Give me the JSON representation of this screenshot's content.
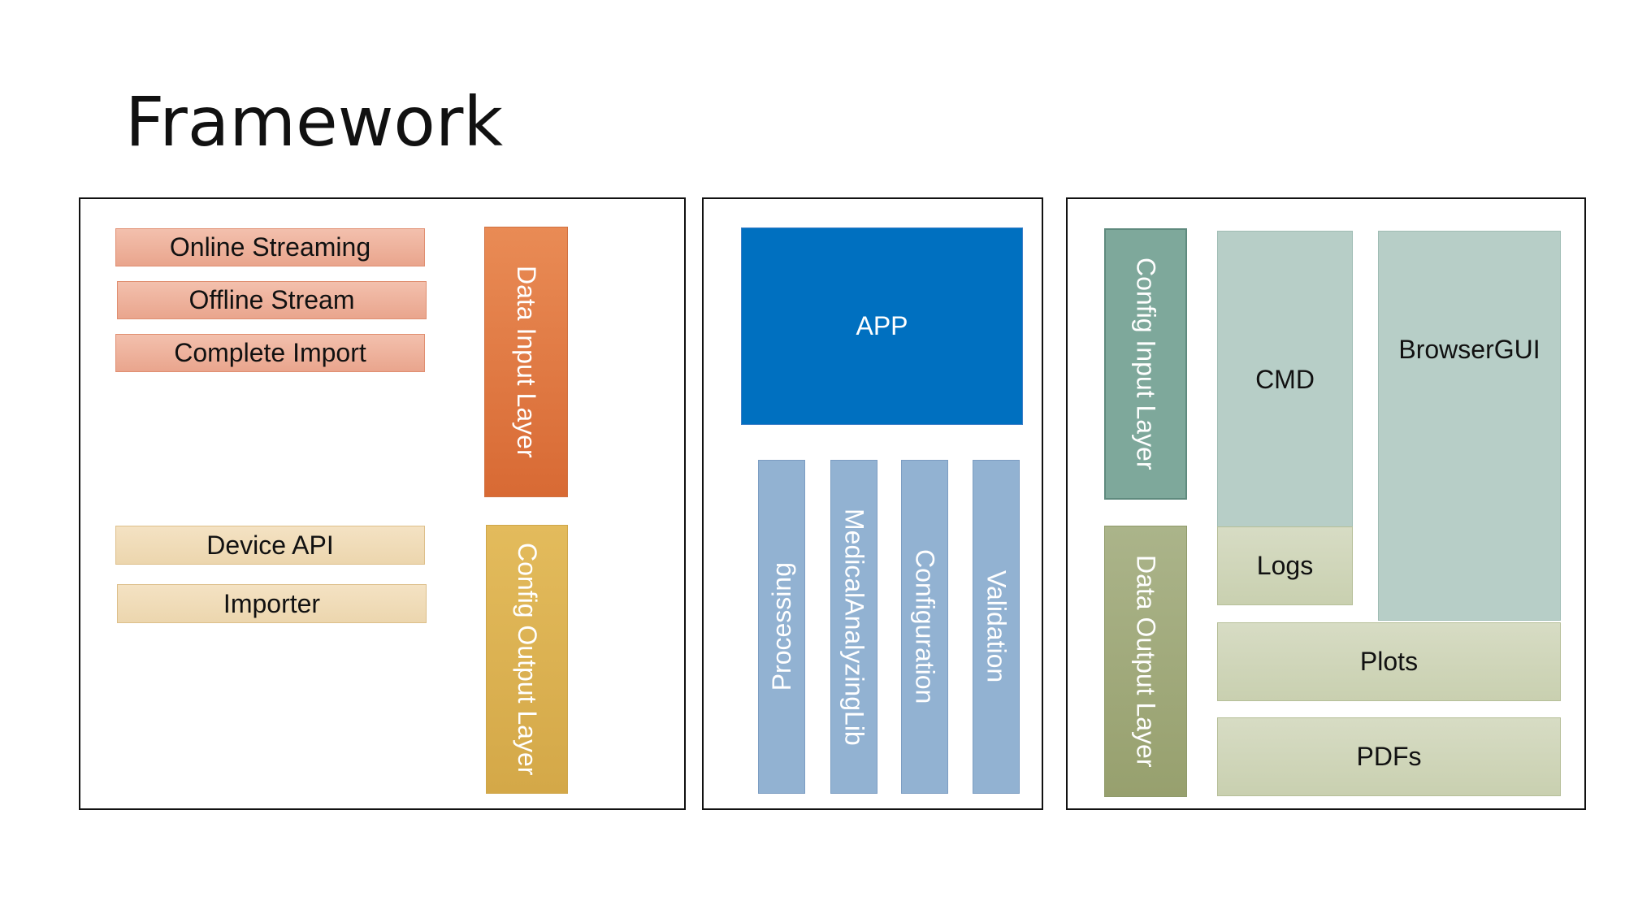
{
  "title": "Framework",
  "panels": {
    "input": {
      "sources": [
        "Online Streaming",
        "Offline Stream",
        "Complete Import"
      ],
      "importers": [
        "Device API",
        "Importer"
      ],
      "data_input_layer": "Data Input Layer",
      "config_output_layer": "Config Output Layer"
    },
    "core": {
      "app": "APP",
      "modules": [
        "Processing",
        "MedicalAnalyzingLib",
        "Configuration",
        "Validation"
      ]
    },
    "output": {
      "config_input_layer": "Config Input Layer",
      "data_output_layer": "Data Output Layer",
      "cmd": "CMD",
      "logs": "Logs",
      "browser_gui": "BrowserGUI",
      "plots": "Plots",
      "pdfs": "PDFs"
    }
  },
  "colors": {
    "sources": "#e9a58d",
    "importers": "#ecd6ae",
    "data_input_layer": "#d86a34",
    "config_output_layer": "#d4a848",
    "app": "#0070c0",
    "modules": "#92b2d2",
    "config_input_layer": "#7ea89b",
    "data_output_layer": "#97a06e",
    "cmd_browser": "#b7cec7",
    "logs_plots_pdfs": "#c9d0b0"
  }
}
